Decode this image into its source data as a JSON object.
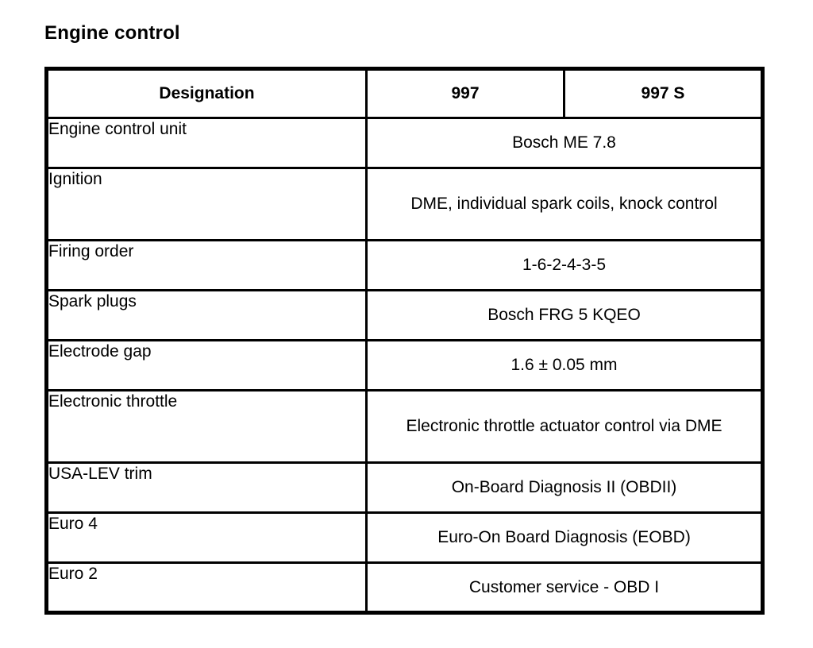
{
  "page": {
    "title": "Engine control"
  },
  "table": {
    "headers": [
      "Designation",
      "997",
      "997 S"
    ],
    "rows": [
      {
        "label": "Engine control unit",
        "value": "Bosch ME 7.8"
      },
      {
        "label": "Ignition",
        "value": "DME, individual spark coils, knock control"
      },
      {
        "label": "Firing order",
        "value": "1-6-2-4-3-5"
      },
      {
        "label": "Spark plugs",
        "value": "Bosch FRG 5 KQEO"
      },
      {
        "label": "Electrode gap",
        "value": "1.6 ± 0.05 mm"
      },
      {
        "label": "Electronic throttle",
        "value": "Electronic throttle actuator control via DME"
      },
      {
        "label": "USA-LEV trim",
        "value": "On-Board Diagnosis II (OBDII)"
      },
      {
        "label": "Euro 4",
        "value": "Euro-On Board Diagnosis (EOBD)"
      },
      {
        "label": "Euro 2",
        "value": "Customer service - OBD I"
      }
    ],
    "colors": {
      "border": "#000000",
      "text": "#000000",
      "background": "#ffffff"
    }
  }
}
